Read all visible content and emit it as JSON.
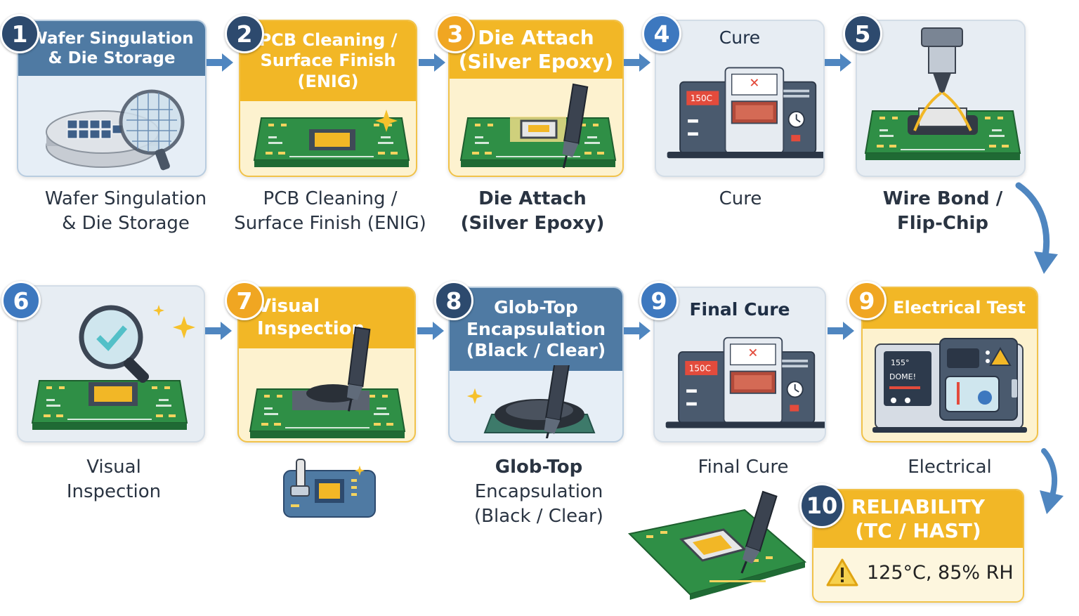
{
  "steps": [
    {
      "num": "1",
      "title_l1": "Wafer Singulation",
      "title_l2": "& Die Storage",
      "title_l3": "",
      "cap_l1": "Wafer Singulation",
      "cap_l2": "& Die Storage"
    },
    {
      "num": "2",
      "title_l1": "PCB Cleaning /",
      "title_l2": "Surface Finish",
      "title_l3": "(ENIG)",
      "cap_l1": "PCB Cleaning /",
      "cap_l2": "Surface Finish (ENIG)"
    },
    {
      "num": "3",
      "title_l1": "Die Attach",
      "title_l2": "(Silver Epoxy)",
      "title_l3": "",
      "cap_l1": "Die Attach",
      "cap_l2": "(Silver Epoxy)",
      "display_temp": ""
    },
    {
      "num": "4",
      "title_l1": "Cure",
      "title_l2": "",
      "title_l3": "",
      "cap_l1": "Cure",
      "cap_l2": "",
      "display_temp": "150C"
    },
    {
      "num": "5",
      "title_l1": "",
      "title_l2": "",
      "title_l3": "",
      "cap_l1": "Wire Bond /",
      "cap_l2": "Flip-Chip"
    },
    {
      "num": "6",
      "title_l1": "",
      "title_l2": "",
      "title_l3": "",
      "cap_l1": "Visual",
      "cap_l2": "Inspection"
    },
    {
      "num": "7",
      "title_l1": "Visual",
      "title_l2": "Inspection",
      "title_l3": "",
      "cap_l1": "",
      "cap_l2": ""
    },
    {
      "num": "8",
      "title_l1": "Glob-Top",
      "title_l2": "Encapsulation",
      "title_l3": "(Black / Clear)",
      "cap_l1": "Glob-Top",
      "cap_l2": "Encapsulation",
      "cap_l3": "(Black / Clear)"
    },
    {
      "num": "9",
      "title_l1": "Final Cure",
      "title_l2": "",
      "title_l3": "",
      "cap_l1": "Final Cure",
      "cap_l2": "",
      "display_temp": "150C"
    },
    {
      "num": "9",
      "title_l1": "Electrical Test",
      "title_l2": "",
      "title_l3": "",
      "cap_l1": "Electrical",
      "cap_l2": "",
      "screen_l1": "155°",
      "screen_l2": "DOME!"
    },
    {
      "num": "10",
      "title_l1": "RELIABILITY",
      "title_l2": "(TC / HAST)",
      "conditions": "125°C, 85% RH"
    }
  ],
  "colors": {
    "navy": "#2d4a6e",
    "blue_header": "#4f7aa3",
    "yellow_header": "#f2b726",
    "pcb_green": "#2f8f46",
    "arrow_blue": "#4f86c0",
    "die_gold": "#f2b726"
  },
  "icons": [
    "wafer-icon",
    "magnifier-icon",
    "pcb-icon",
    "dispenser-icon",
    "oven-icon",
    "bond-head-icon",
    "tester-icon",
    "warning-icon",
    "sparkle-icon"
  ]
}
